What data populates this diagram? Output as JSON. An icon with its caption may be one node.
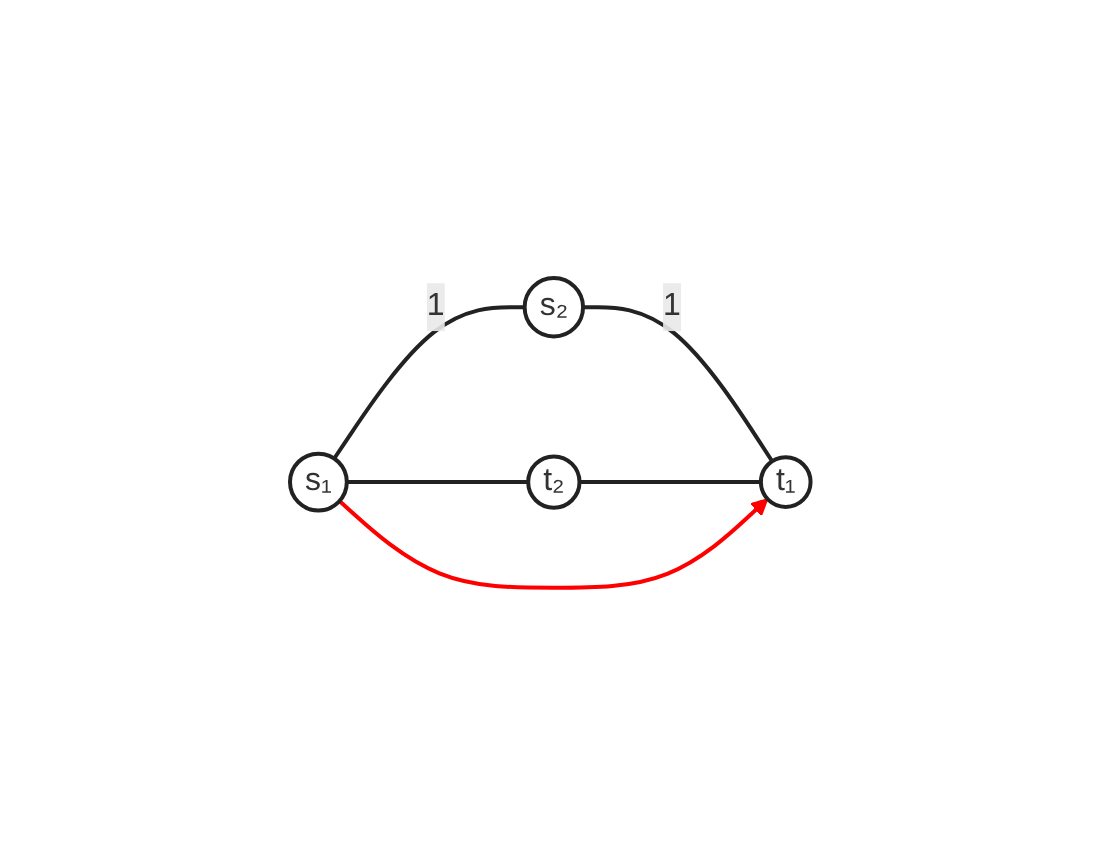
{
  "diagram": {
    "nodes": [
      {
        "text": [
          "s₂"
        ]
      },
      {
        "text": [
          "s₁"
        ]
      },
      {
        "text": [
          "t₁"
        ]
      },
      {
        "text": [
          "t₂"
        ]
      }
    ],
    "edges": [
      {
        "from": 1,
        "to": 0,
        "arrow": "none",
        "label": "1"
      },
      {
        "from": 0,
        "to": 2,
        "arrow": "none",
        "label": "1"
      },
      {
        "from": 1,
        "to": 3,
        "arrow": "none"
      },
      {
        "from": 3,
        "to": 2,
        "arrow": "none"
      },
      {
        "from": 1,
        "to": 2,
        "arrow": "to",
        "color": "#ff0000"
      }
    ]
  }
}
